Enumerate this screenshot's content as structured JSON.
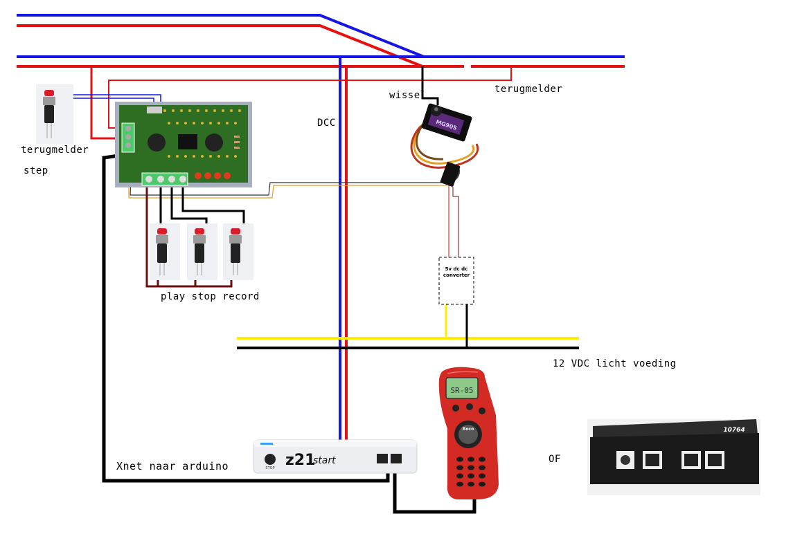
{
  "labels": {
    "terugmelder_left": "terugmelder",
    "step": "step",
    "dcc": "DCC",
    "wissel": "wissel",
    "terugmelder_right": "terugmelder",
    "play_stop_record": "play stop record",
    "supply": "12 VDC licht voeding",
    "xnet": "Xnet naar arduino",
    "of": "OF"
  },
  "components": {
    "converter_line1": "5v dc dc",
    "converter_line2": "converter",
    "servo_model": "MG90S",
    "z21_brand": "z21",
    "z21_model": "start",
    "z21_stop": "STOP",
    "handset_brand": "Roco",
    "handset_display": "SR-05",
    "booster_number": "10764"
  },
  "colors": {
    "rail_blue": "#1515e6",
    "rail_red": "#e61010",
    "supply_yellow": "#ffee00",
    "wire_black": "#000000",
    "wire_darkred": "#6b1010",
    "wire_orange": "#e8a020",
    "pcb_green": "#2d6e22",
    "pcb_border": "#a8b0c0",
    "handset_red": "#d42a24"
  }
}
